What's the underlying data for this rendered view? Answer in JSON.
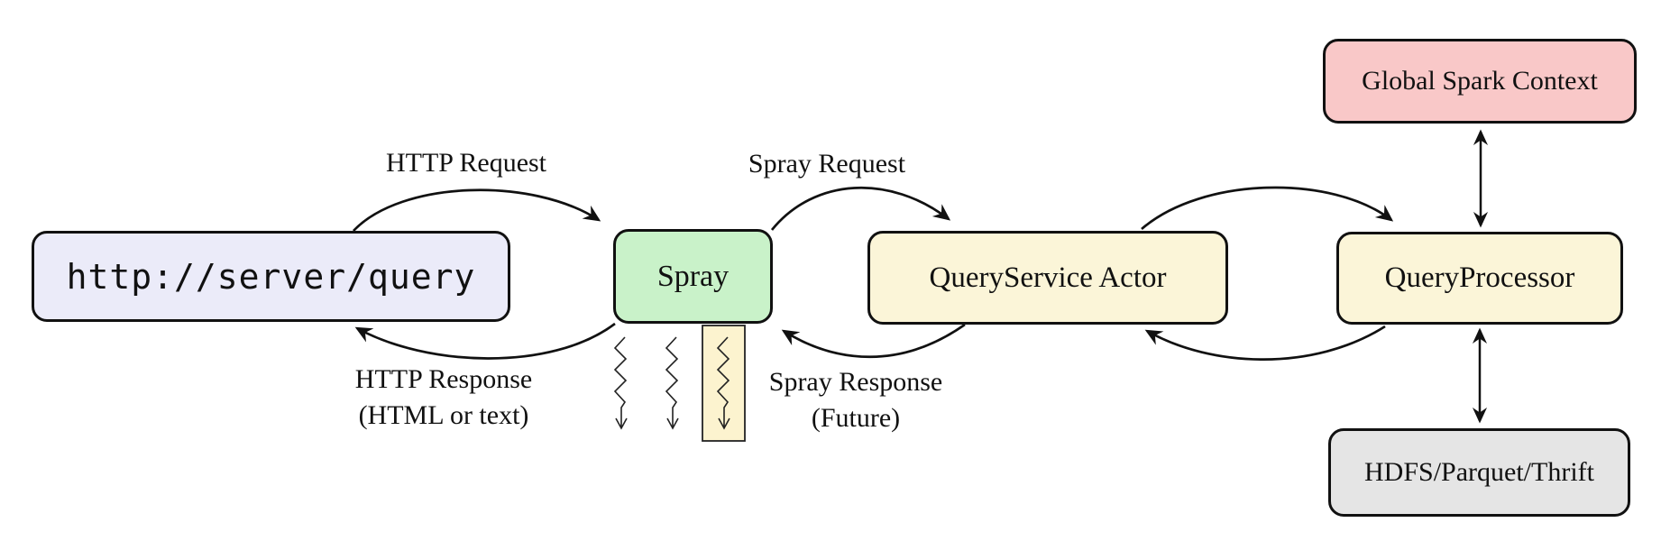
{
  "diagram": {
    "description_visible_text_only": true,
    "nodes": {
      "url": {
        "label": "http://server/query",
        "fill": "#ebebf9"
      },
      "spray": {
        "label": "Spray",
        "fill": "#c9f2c9"
      },
      "query_service_actor": {
        "label": "QueryService Actor",
        "fill": "#fbf5d8"
      },
      "query_processor": {
        "label": "QueryProcessor",
        "fill": "#fbf5d8"
      },
      "global_spark_context": {
        "label": "Global Spark Context",
        "fill": "#f9c8c8"
      },
      "hdfs_parquet_thrift": {
        "label": "HDFS/Parquet/Thrift",
        "fill": "#e5e5e5"
      },
      "future_highlight": {
        "label": "",
        "fill": "#fcf3cf"
      }
    },
    "edges": {
      "http_request": {
        "label": "HTTP Request"
      },
      "http_response": {
        "label": "HTTP Response",
        "sublabel": "(HTML or text)"
      },
      "spray_request": {
        "label": "Spray Request"
      },
      "spray_response": {
        "label": "Spray Response",
        "sublabel": "(Future)"
      }
    },
    "colors": {
      "border": "#111111",
      "arrow": "#111111",
      "background": "#ffffff"
    }
  }
}
